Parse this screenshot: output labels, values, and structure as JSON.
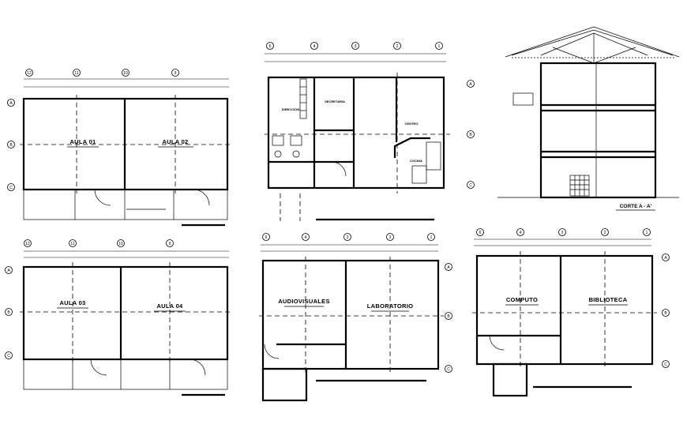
{
  "drawing": {
    "plan_a": {
      "rooms": [
        "AULA 01",
        "AULA 02"
      ]
    },
    "plan_b": {
      "rooms": [
        "DIRECCION",
        "SECRETARIA",
        "CENTRO",
        "COCINA"
      ]
    },
    "section": {
      "title": "CORTE A - A'"
    },
    "plan_c": {
      "rooms": [
        "AULA 03",
        "AULA 04"
      ]
    },
    "plan_d": {
      "rooms": [
        "AUDIOVISUALES",
        "LABORATORIO"
      ]
    },
    "plan_e": {
      "rooms": [
        "COMPUTO",
        "BIBLIOTECA"
      ]
    },
    "axes": {
      "columns_a": [
        "12",
        "11",
        "10",
        "9"
      ],
      "columns_b": [
        "6",
        "4",
        "3",
        "2",
        "1"
      ],
      "rows": [
        "A",
        "B",
        "C"
      ]
    }
  }
}
